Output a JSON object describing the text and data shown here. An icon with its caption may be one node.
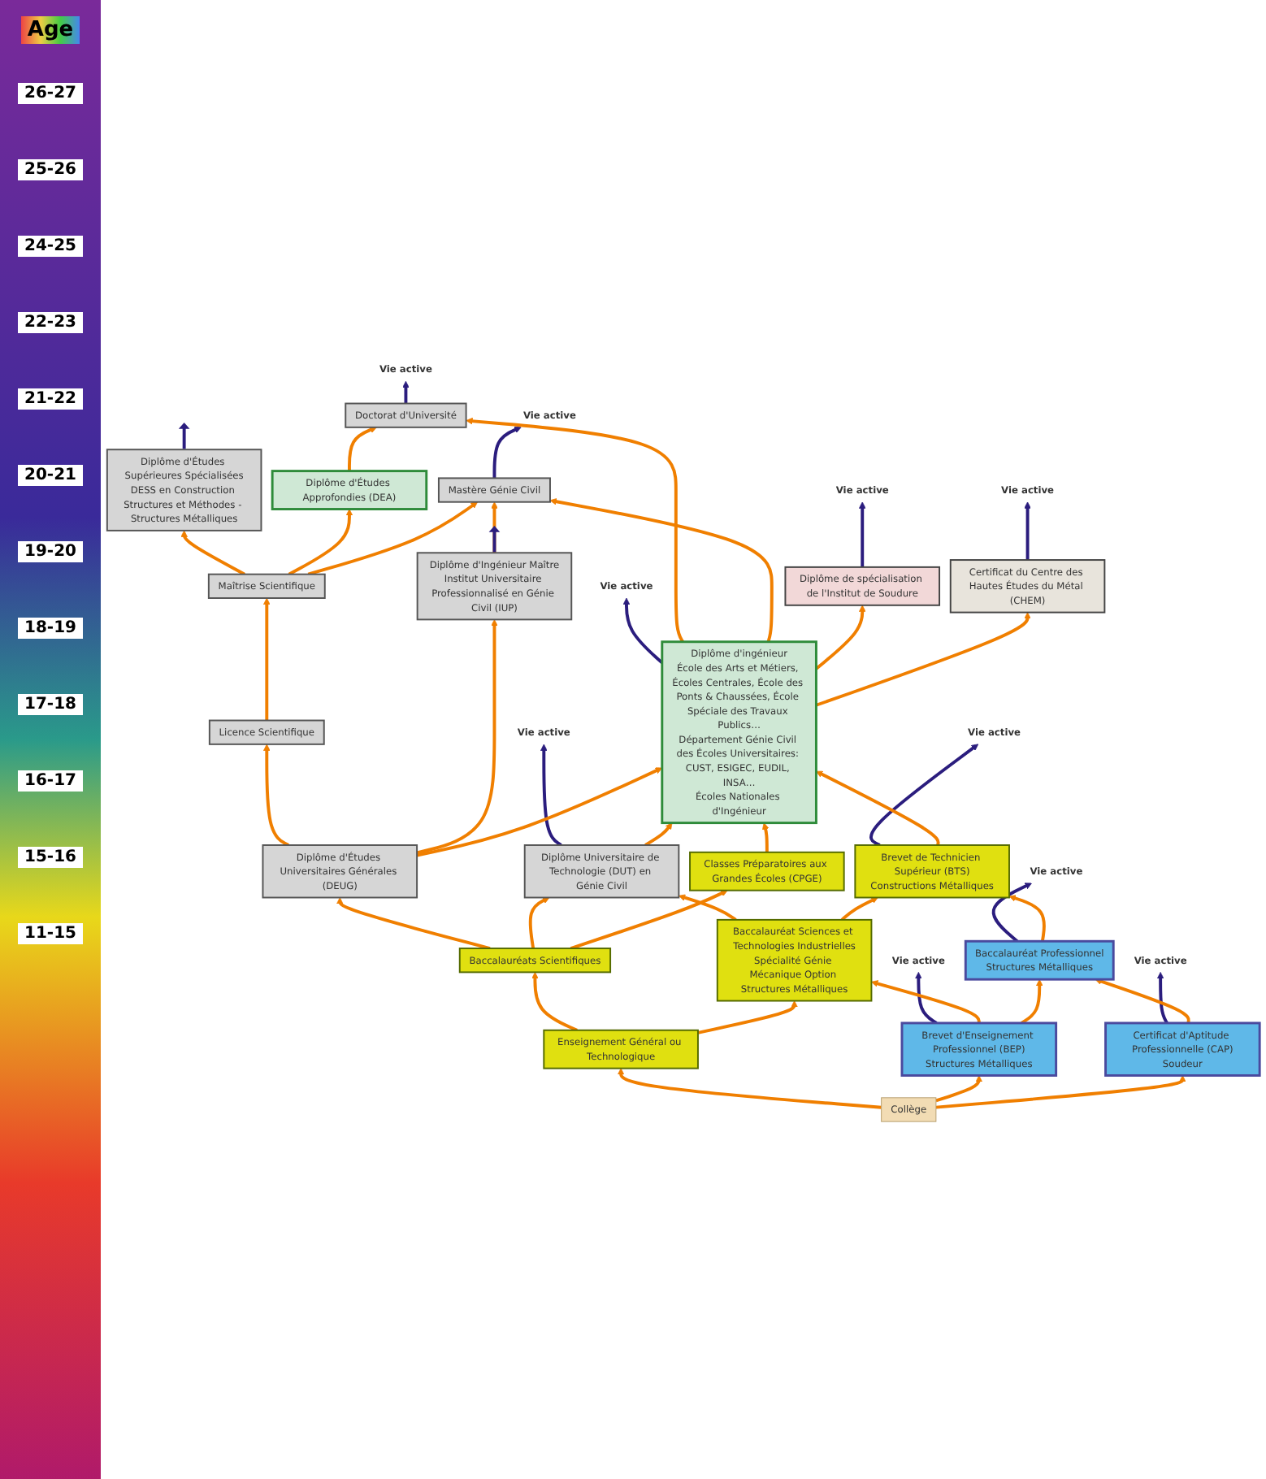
{
  "diagram": {
    "nodes": [
      {
        "text": [
          "Vie active"
        ]
      },
      {
        "text": [
          "Doctorat d'Université"
        ]
      },
      {
        "text": [
          "Vie active"
        ]
      },
      {
        "text": [
          "Mastère Génie Civil"
        ]
      },
      {
        "text": [
          "Vie active"
        ]
      },
      {
        "text": [
          "Diplôme de spécialisation de l'Institut de Soudure"
        ]
      },
      {
        "text": [
          "Vie active"
        ]
      },
      {
        "text": [
          "Certificat du Centre des Hautes Études du Métal (CHEM)"
        ]
      },
      {
        "text": [
          "Vie active"
        ]
      },
      {
        "text": [
          "Diplôme d'Études Supérieures Spécialisées",
          "DESS en Construction Structures et Méthodes - Structures Métalliques"
        ]
      },
      {
        "text": [
          "Diplôme d'Études Approfondies (DEA)"
        ]
      },
      {
        "text": [
          "Diplôme d'ingénieur",
          "École des Arts et Métiers, Écoles Centrales, École des Ponts & Chaussées, École Spéciale des Travaux Publics…",
          "Département Génie Civil des Écoles Universitaires: CUST, ESIGEC, EUDIL, INSA…",
          "Écoles Nationales d'Ingénieur"
        ]
      },
      {
        "text": [
          "Diplôme d'Ingénieur Maître",
          "Institut Universitaire Professionnalisé en Génie Civil (IUP)"
        ]
      },
      {
        "text": [
          "Maîtrise Scientifique"
        ]
      },
      {
        "text": [
          "Licence Scientifique"
        ]
      },
      {
        "text": [
          "Vie active"
        ]
      },
      {
        "text": [
          "Diplôme d'Études Universitaires Générales (DEUG)"
        ]
      },
      {
        "text": [
          "Diplôme Universitaire de Technologie (DUT) en Génie Civil"
        ]
      },
      {
        "text": [
          "Classes Préparatoires aux Grandes Écoles (CPGE)"
        ]
      },
      {
        "text": [
          "Vie active"
        ]
      },
      {
        "text": [
          "Brevet de Technicien Supérieur (BTS)",
          "Constructions Métalliques"
        ]
      },
      {
        "text": [
          "Baccalauréats Scientifiques"
        ]
      },
      {
        "text": [
          "Baccalauréat Sciences et Technologies Industrielles",
          "Spécialité Génie Mécanique Option Structures Métalliques"
        ]
      },
      {
        "text": [
          "Vie active"
        ]
      },
      {
        "text": [
          "Baccalauréat Professionnel",
          "Structures Métalliques"
        ]
      },
      {
        "text": [
          "Vie active"
        ]
      },
      {
        "text": [
          "Vie active"
        ]
      },
      {
        "text": [
          "Enseignement Général ou Technologique"
        ]
      },
      {
        "text": [
          "Brevet d'Enseignement Professionnel (BEP)",
          "Structures Métalliques"
        ]
      },
      {
        "text": [
          "Certificat d'Aptitude Professionnelle (CAP)",
          "Soudeur"
        ]
      },
      {
        "text": [
          "Collège"
        ]
      }
    ],
    "edges": [
      {
        "from": 1,
        "to": 0,
        "arrow": "to",
        "color": "#2b1d7e"
      },
      {
        "from": 3,
        "to": 2,
        "arrow": "to",
        "color": "#2b1d7e"
      },
      {
        "from": 5,
        "to": 4,
        "arrow": "to",
        "color": "#2b1d7e"
      },
      {
        "from": 7,
        "to": 6,
        "arrow": "to",
        "color": "#2b1d7e"
      },
      {
        "from": 11,
        "to": 8,
        "arrow": "to",
        "color": "#2b1d7e"
      },
      {
        "from": 9,
        "to": null,
        "arrow": "to",
        "color": "#2b1d7e"
      },
      {
        "from": 12,
        "to": null,
        "arrow": "to",
        "color": "#2b1d7e"
      },
      {
        "from": 17,
        "to": 15,
        "arrow": "to",
        "color": "#2b1d7e"
      },
      {
        "from": 20,
        "to": 19,
        "arrow": "to",
        "color": "#2b1d7e"
      },
      {
        "from": 24,
        "to": 23,
        "arrow": "to",
        "color": "#2b1d7e"
      },
      {
        "from": 28,
        "to": 25,
        "arrow": "to",
        "color": "#2b1d7e"
      },
      {
        "from": 29,
        "to": 26,
        "arrow": "to",
        "color": "#2b1d7e"
      },
      {
        "from": 10,
        "to": 1,
        "arrow": "to"
      },
      {
        "from": 11,
        "to": 1,
        "arrow": "to"
      },
      {
        "from": 11,
        "to": 3,
        "arrow": "to"
      },
      {
        "from": 11,
        "to": 5,
        "arrow": "to"
      },
      {
        "from": 11,
        "to": 7,
        "arrow": "to"
      },
      {
        "from": 13,
        "to": 9,
        "arrow": "to"
      },
      {
        "from": 13,
        "to": 10,
        "arrow": "to"
      },
      {
        "from": 13,
        "to": 3,
        "arrow": "to"
      },
      {
        "from": 12,
        "to": 3,
        "arrow": "to"
      },
      {
        "from": 14,
        "to": 13,
        "arrow": "to"
      },
      {
        "from": 16,
        "to": 14,
        "arrow": "to"
      },
      {
        "from": 16,
        "to": 12,
        "arrow": "to"
      },
      {
        "from": 16,
        "to": 11,
        "arrow": "to"
      },
      {
        "from": 17,
        "to": 11,
        "arrow": "to"
      },
      {
        "from": 18,
        "to": 11,
        "arrow": "to"
      },
      {
        "from": 20,
        "to": 11,
        "arrow": "to"
      },
      {
        "from": 21,
        "to": 16,
        "arrow": "to"
      },
      {
        "from": 21,
        "to": 17,
        "arrow": "to"
      },
      {
        "from": 21,
        "to": 18,
        "arrow": "to"
      },
      {
        "from": 22,
        "to": 17,
        "arrow": "to"
      },
      {
        "from": 22,
        "to": 20,
        "arrow": "to"
      },
      {
        "from": 24,
        "to": 20,
        "arrow": "to"
      },
      {
        "from": 27,
        "to": 21,
        "arrow": "to"
      },
      {
        "from": 27,
        "to": 22,
        "arrow": "to"
      },
      {
        "from": 28,
        "to": 22,
        "arrow": "to"
      },
      {
        "from": 28,
        "to": 24,
        "arrow": "to"
      },
      {
        "from": 29,
        "to": 24,
        "arrow": "to"
      },
      {
        "from": 30,
        "to": 27,
        "arrow": "to"
      },
      {
        "from": 30,
        "to": 28,
        "arrow": "to"
      },
      {
        "from": 30,
        "to": 29,
        "arrow": "to"
      }
    ],
    "labels": [
      "Age",
      "26-27",
      "25-26",
      "24-25",
      "22-23",
      "21-22",
      "20-21",
      "19-20",
      "18-19",
      "17-18",
      "16-17",
      "15-16",
      "11-15"
    ]
  }
}
